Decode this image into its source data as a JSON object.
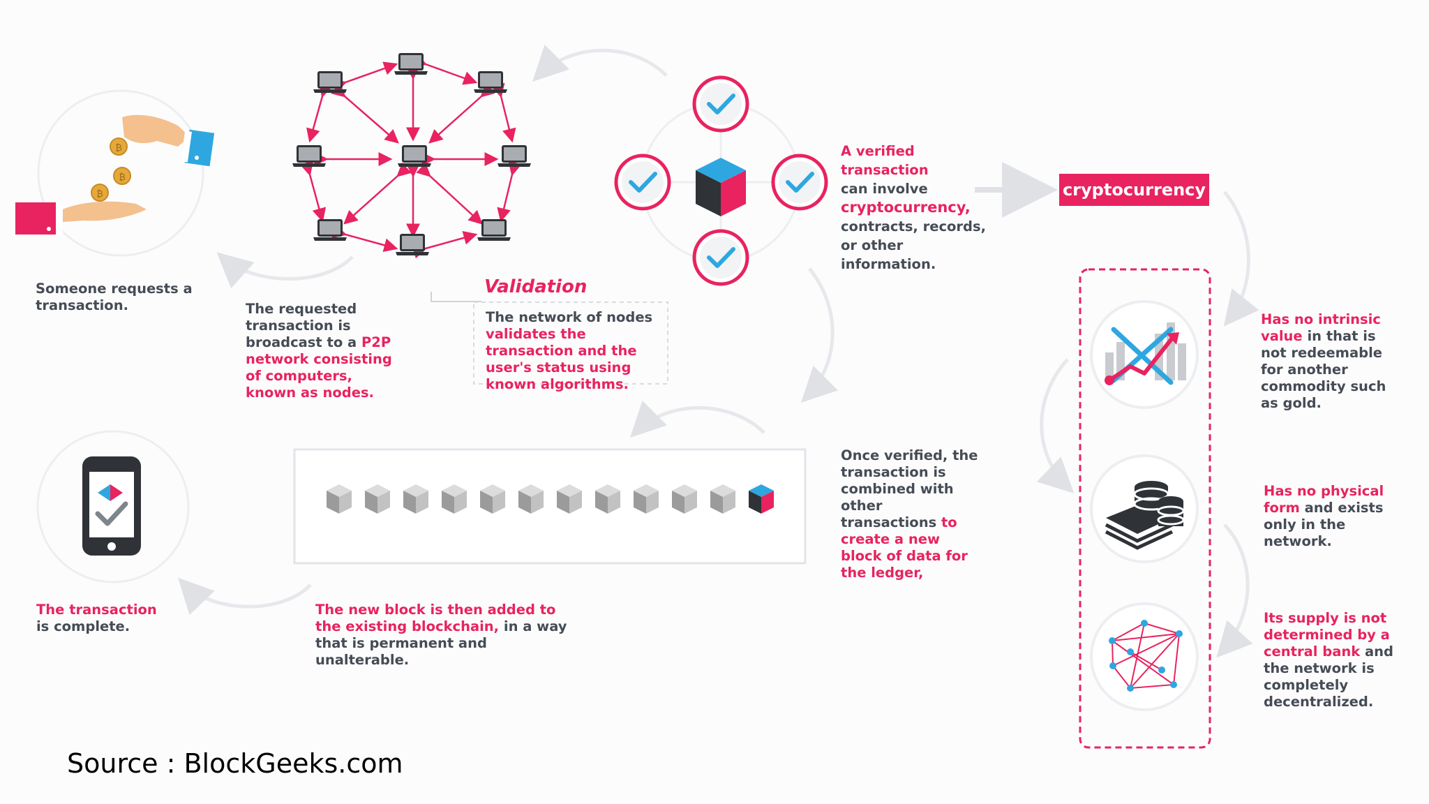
{
  "steps": {
    "request": "Someone requests a transaction.",
    "broadcast": [
      "The requested transaction is broadcast to a ",
      "P2P network consisting of computers, known as nodes."
    ],
    "validation_title": "Validation",
    "validation": [
      "The network of nodes ",
      "validates the transaction and the user's status using known algorithms."
    ],
    "verified": [
      "A verified transaction",
      "can involve",
      "cryptocurrency,",
      "contracts, records,",
      "or other information."
    ],
    "combined": [
      "Once verified, the transaction is combined with other transactions ",
      "to create a new block of data for the ledger,"
    ],
    "added": [
      "The new block is then added to the existing blockchain,",
      " in a way that is permanent and unalterable."
    ],
    "complete": [
      "The transaction",
      " is complete."
    ]
  },
  "crypto_label": "cryptocurrency",
  "properties": [
    {
      "highlight": "Has no intrinsic value",
      "rest": " in that is not redeemable for another commodity such as gold.",
      "icon": "chart-down-icon"
    },
    {
      "highlight": "Has no physical form",
      "rest": " and exists only in the network.",
      "icon": "coins-cash-icon"
    },
    {
      "highlight": "Its supply is not determined by a central bank",
      "rest": " and the network is completely decentralized.",
      "icon": "network-icon"
    }
  ],
  "source": "Source : BlockGeeks.com",
  "colors": {
    "accent": "#e8235f",
    "blue": "#2ea7e0",
    "text": "#454c55"
  }
}
